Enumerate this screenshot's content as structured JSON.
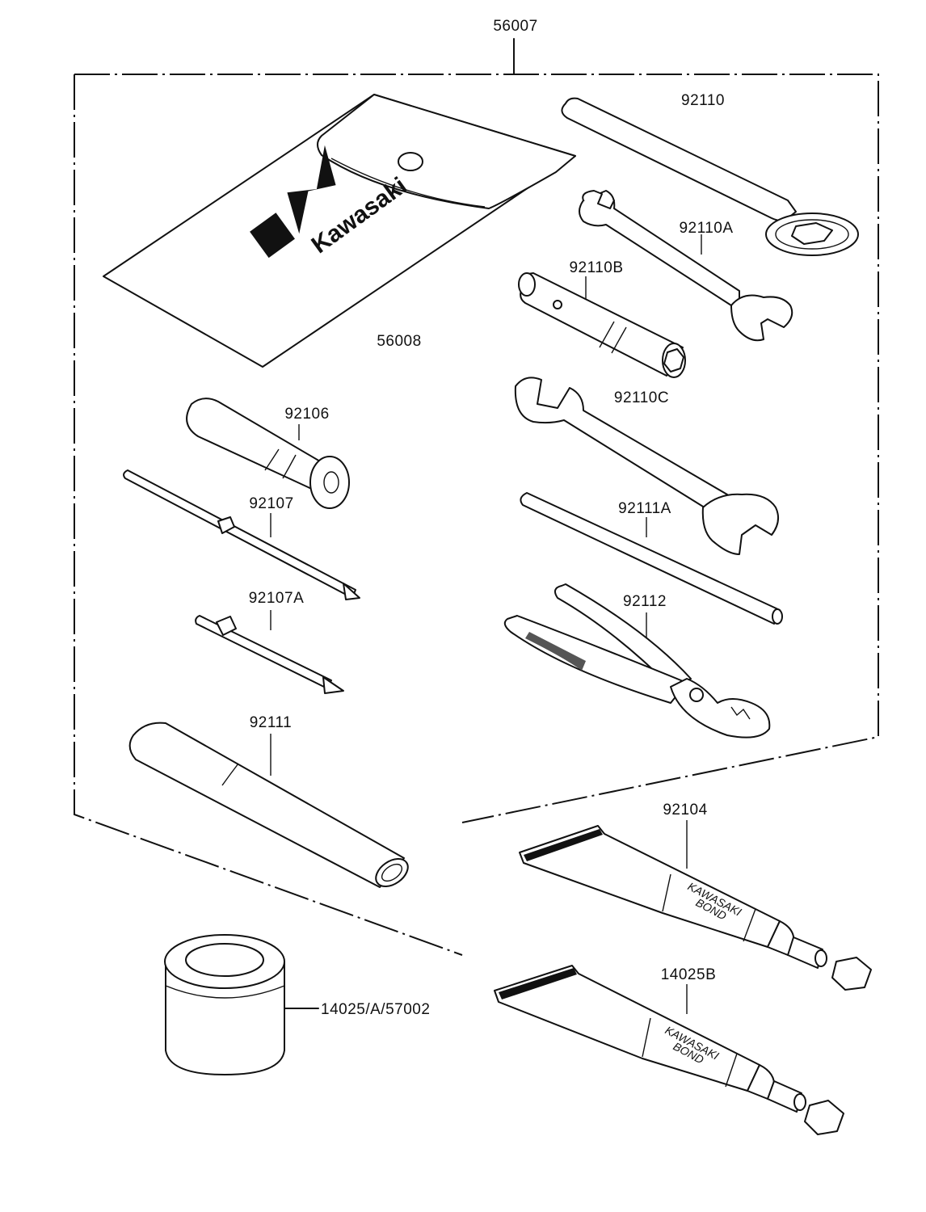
{
  "labels": {
    "kit": "56007",
    "pouch": "56008",
    "wrench_ring": "92110",
    "wrench_a": "92110A",
    "plug_wrench": "92110B",
    "wrench_c": "92110C",
    "screwdriver_grip": "92106",
    "screwdriver_shaft": "92107",
    "screwdriver_shaft_a": "92107A",
    "bar": "92111A",
    "pliers": "92112",
    "extension": "92111",
    "bond_tube_1": "92104",
    "bond_tube_2": "14025B",
    "grease_can": "14025/A/57002"
  },
  "pouch_brand": "Kawasaki",
  "tube_print": {
    "line1": "KAWASAKI",
    "line2": "BOND"
  }
}
